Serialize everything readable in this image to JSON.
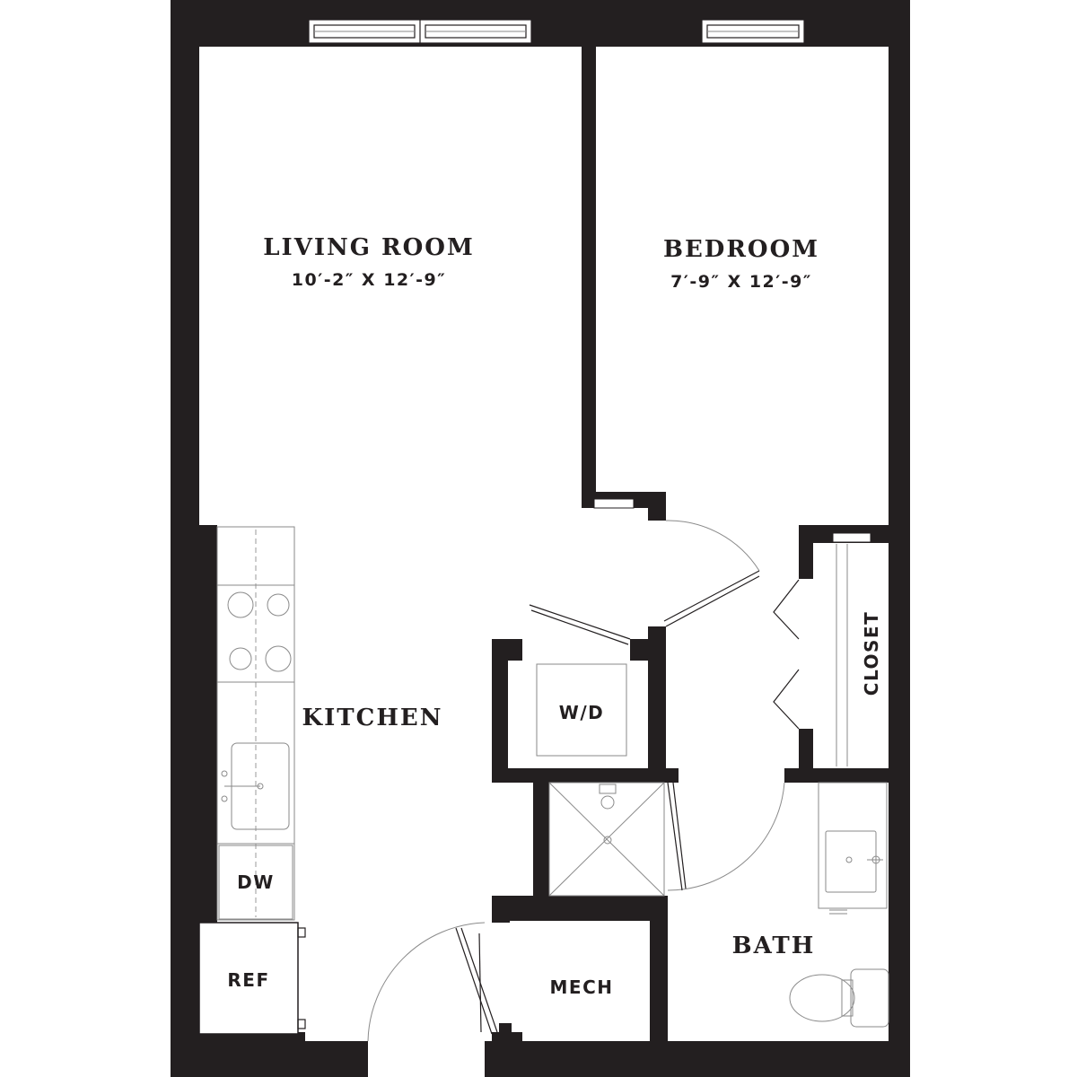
{
  "rooms": {
    "living_room": {
      "name": "LIVING ROOM",
      "dimensions": "10′-2″ X 12′-9″"
    },
    "bedroom": {
      "name": "BEDROOM",
      "dimensions": "7′-9″ X 12′-9″"
    },
    "kitchen": {
      "name": "KITCHEN"
    },
    "bath": {
      "name": "BATH"
    },
    "closet": {
      "name": "CLOSET"
    },
    "mech": {
      "name": "MECH"
    }
  },
  "fixtures": {
    "washer_dryer": "W/D",
    "dishwasher": "DW",
    "refrigerator": "REF"
  },
  "colors": {
    "wall": "#231f20",
    "background": "#ffffff"
  }
}
